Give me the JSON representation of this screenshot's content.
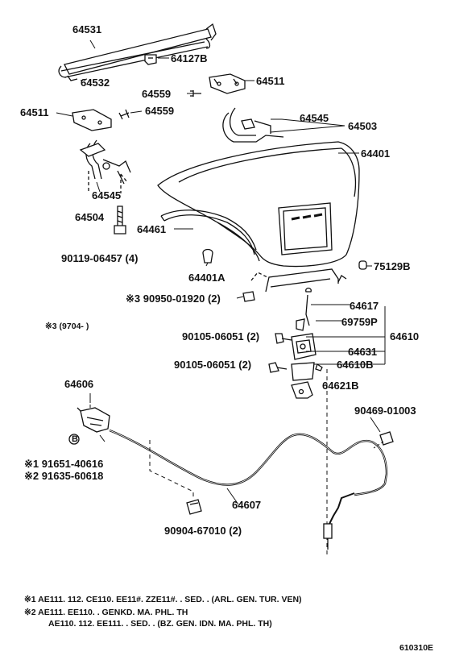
{
  "parts": {
    "p64531": "64531",
    "p64532": "64532",
    "p64127B": "64127B",
    "p64559a": "64559",
    "p64511a": "64511",
    "p64511b": "64511",
    "p64559b": "64559",
    "p64545a": "64545",
    "p64503": "64503",
    "p64401": "64401",
    "p64545b": "64545",
    "p64504": "64504",
    "p64461": "64461",
    "p90119": "90119-06457 (4)",
    "p64401A": "64401A",
    "p75129B": "75129B",
    "p90950": "※3 90950-01920 (2)",
    "p64617": "64617",
    "p69759P": "69759P",
    "p64610": "64610",
    "p90105a": "90105-06051 (2)",
    "p64631": "64631",
    "p90105b": "90105-06051 (2)",
    "p64610B": "64610B",
    "p64621B": "64621B",
    "p64606": "64606",
    "p90469": "90469-01003",
    "circleB": "B",
    "p91651": "※1 91651-40616",
    "p91635": "※2 91635-60618",
    "p64607": "64607",
    "p90904": "90904-67010 (2)"
  },
  "ref_note": "※3 (9704-        )",
  "notes": {
    "n1": "※1  AE111. 112. CE110. EE11#. ZZE11#. . SED. .  (ARL. GEN. TUR. VEN)",
    "n2a": "※2  AE111. EE110. . GENKD. MA. PHL. TH",
    "n2b": "AE110. 112. EE111. . SED. .  (BZ. GEN. IDN. MA. PHL. TH)"
  },
  "diagram_code": "610310E"
}
